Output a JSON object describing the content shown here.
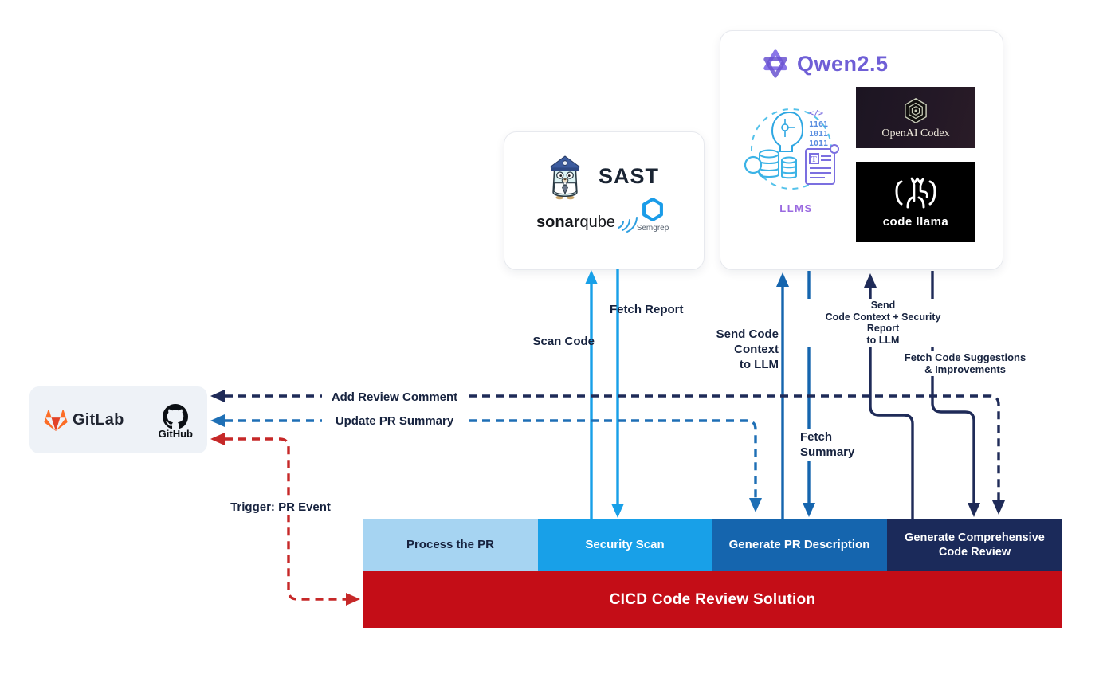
{
  "vcs_box": {
    "gitlab_label": "GitLab",
    "github_label": "GitHub"
  },
  "sast_box": {
    "title": "SAST",
    "sonarqube_bold": "sonar",
    "sonarqube_light": "qube",
    "semgrep_label": "Semgrep"
  },
  "llm_box": {
    "title": "Qwen2.5",
    "llms_label": "LLMS",
    "illustration_code_icon": "</>",
    "illustration_binary": [
      "1101",
      "1011",
      "1011"
    ],
    "codex_label": "OpenAI Codex",
    "code_llama_label": "code llama"
  },
  "pipeline": {
    "stages": [
      {
        "label": "Process the PR",
        "color": "#A6D4F2"
      },
      {
        "label": "Security Scan",
        "color": "#18A0E8"
      },
      {
        "label": "Generate PR Description",
        "color": "#1565AE"
      },
      {
        "label": "Generate Comprehensive Code Review",
        "color": "#1B2A5A"
      }
    ],
    "banner": "CICD Code Review Solution",
    "banner_color": "#C40D17"
  },
  "arrow_labels": {
    "scan_code": "Scan Code",
    "fetch_report": "Fetch Report",
    "send_code_context": [
      "Send Code",
      "Context",
      "to LLM"
    ],
    "send_context_security": [
      "Send",
      "Code Context + Security Report",
      "to LLM"
    ],
    "fetch_suggestions": [
      "Fetch Code Suggestions",
      "& Improvements"
    ],
    "fetch_summary": [
      "Fetch",
      "Summary"
    ],
    "add_review_comment": "Add Review Comment",
    "update_pr_summary": "Update PR Summary",
    "trigger_pr_event": "Trigger: PR Event"
  },
  "colors": {
    "bright_blue": "#18A0E8",
    "medium_blue": "#1565AE",
    "navy": "#1F2B58",
    "light_blue": "#A6D4F2",
    "red": "#C40D17",
    "red_dash": "#C62828",
    "dashed_blue": "#1E6FB5",
    "label_text": "#17233F",
    "qwen_purple": "#6F5FD6"
  }
}
